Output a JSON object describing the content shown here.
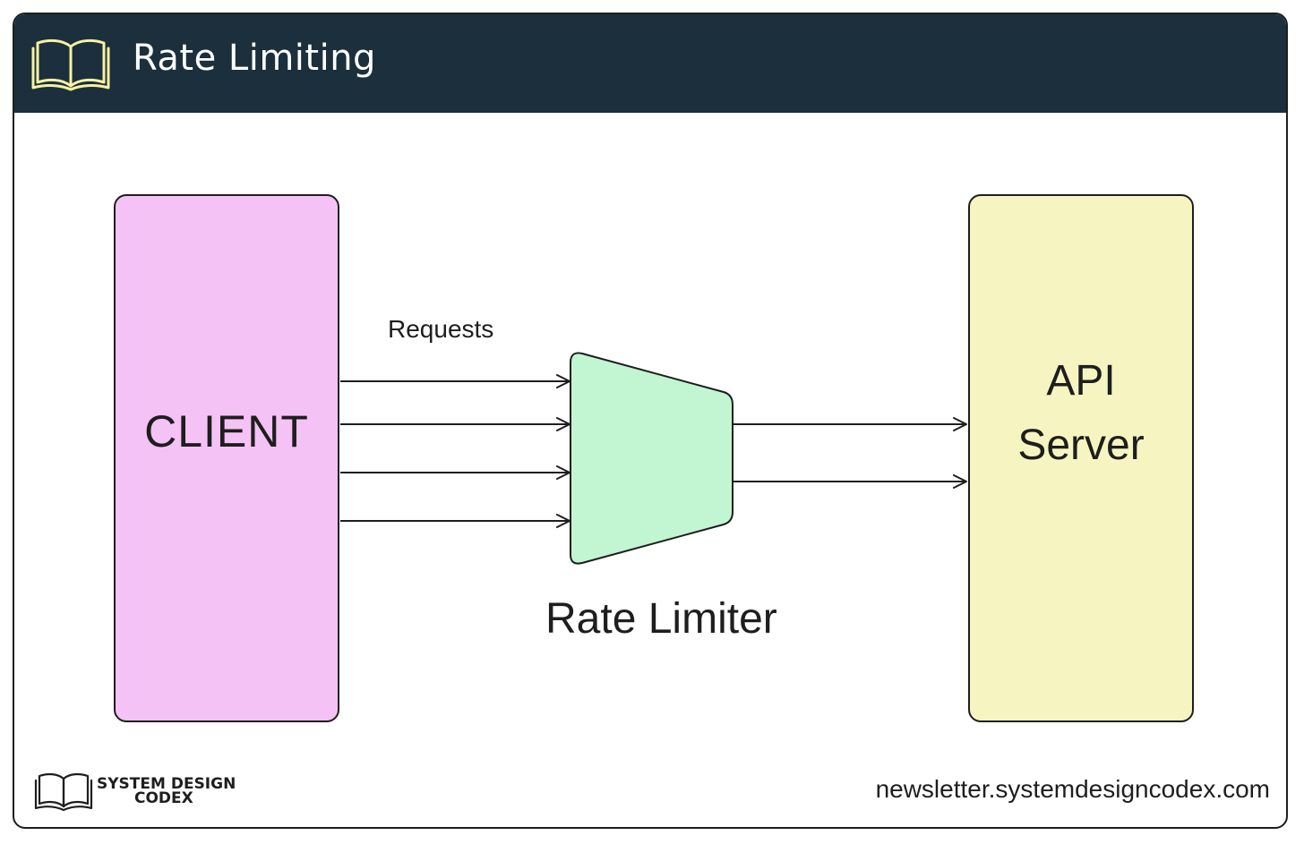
{
  "header": {
    "title": "Rate Limiting",
    "icon": "open-book-icon"
  },
  "client": {
    "label": "CLIENT",
    "color": "#f5c2f5"
  },
  "server": {
    "label": "API\nServer",
    "color": "#f6f5c2"
  },
  "rate_limiter": {
    "label": "Rate Limiter",
    "color": "#c2f5d2"
  },
  "requests": {
    "label": "Requests",
    "incoming_count": 4,
    "outgoing_count": 2
  },
  "brand": {
    "line1": "SYSTEM DESIGN",
    "line2": "CODEX",
    "icon": "open-book-icon"
  },
  "footer": {
    "website": "newsletter.systemdesigncodex.com"
  },
  "colors": {
    "header_bg": "#1b2f3d",
    "header_icon": "#f7f2a0",
    "stroke": "#1e1e1e"
  }
}
